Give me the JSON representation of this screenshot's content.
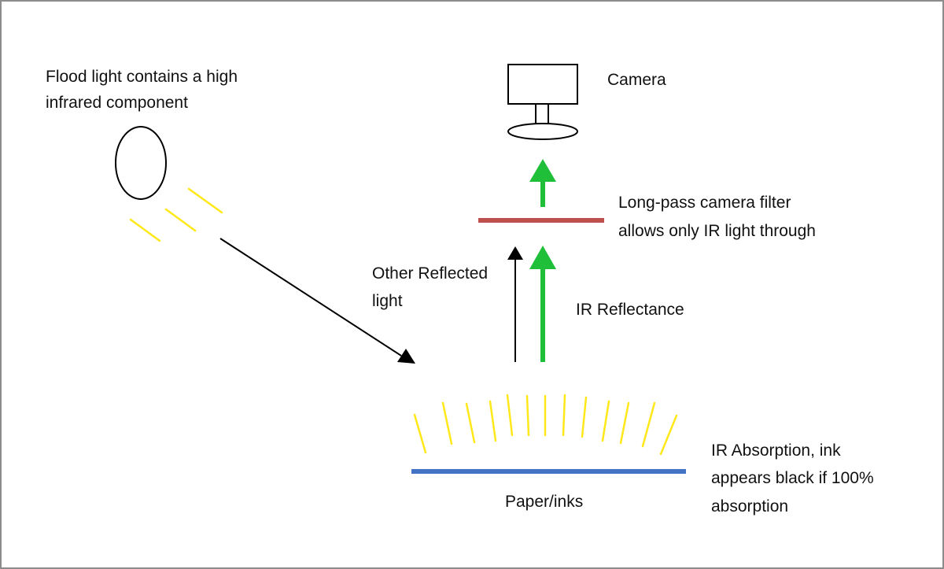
{
  "labels": {
    "flood_light_line1": "Flood light contains a high",
    "flood_light_line2": "infrared component",
    "camera": "Camera",
    "filter_line1": "Long-pass camera filter",
    "filter_line2": "allows only IR light through",
    "other_reflected_line1": "Other Reflected",
    "other_reflected_line2": "light",
    "ir_reflectance": "IR Reflectance",
    "ir_absorption_line1": "IR Absorption, ink",
    "ir_absorption_line2": "appears black if 100%",
    "ir_absorption_line3": "absorption",
    "paper": "Paper/inks"
  },
  "colors": {
    "ir_arrow": "#1fbf3a",
    "filter": "#c0504d",
    "paper": "#4472c4",
    "light_rays": "#ffe81a",
    "outline": "#000000"
  }
}
